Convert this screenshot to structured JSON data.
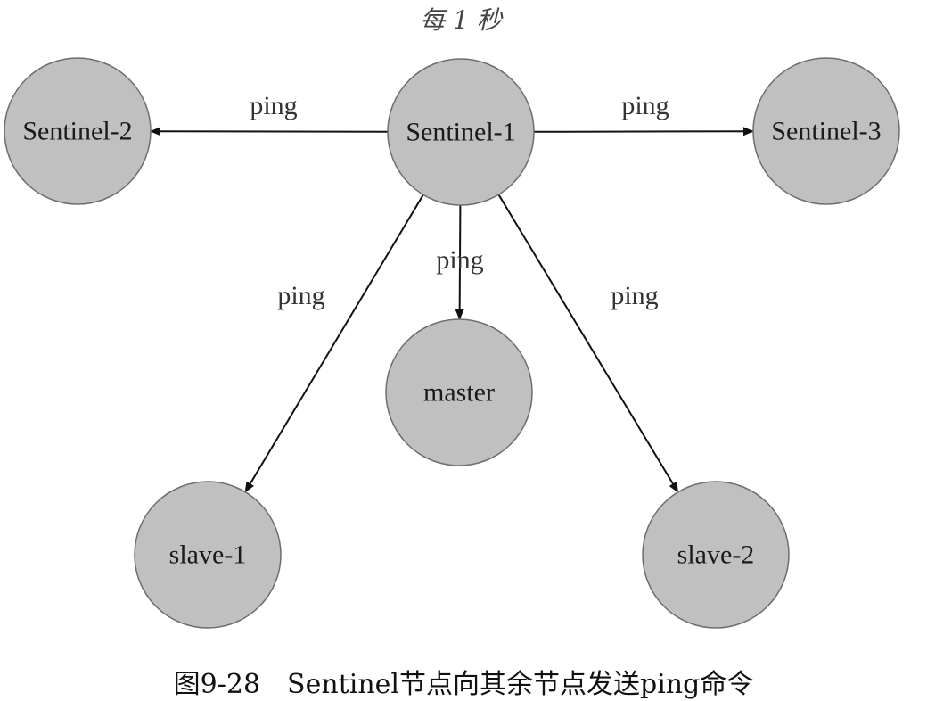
{
  "top_caption": "每 1 秒",
  "figure_caption": "图9-28　Sentinel节点向其余节点发送ping命令",
  "colors": {
    "node_fill": "#c0c0c0",
    "node_stroke": "#6e6e6e",
    "edge": "#111111"
  },
  "nodes": [
    {
      "id": "sentinel-1",
      "label": "Sentinel-1"
    },
    {
      "id": "sentinel-2",
      "label": "Sentinel-2"
    },
    {
      "id": "sentinel-3",
      "label": "Sentinel-3"
    },
    {
      "id": "master",
      "label": "master"
    },
    {
      "id": "slave-1",
      "label": "slave-1"
    },
    {
      "id": "slave-2",
      "label": "slave-2"
    }
  ],
  "edges": [
    {
      "from": "sentinel-1",
      "to": "sentinel-2",
      "label": "ping"
    },
    {
      "from": "sentinel-1",
      "to": "sentinel-3",
      "label": "ping"
    },
    {
      "from": "sentinel-1",
      "to": "master",
      "label": "ping"
    },
    {
      "from": "sentinel-1",
      "to": "slave-1",
      "label": "ping"
    },
    {
      "from": "sentinel-1",
      "to": "slave-2",
      "label": "ping"
    }
  ]
}
